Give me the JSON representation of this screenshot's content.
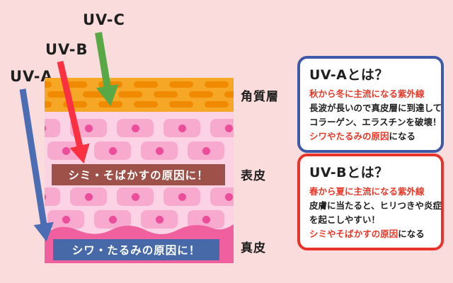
{
  "colors": {
    "page-bg": "#fbdcdc",
    "text-black": "#1f1f1f",
    "accent-red": "#e83828",
    "stratum-bg": "#f6a726",
    "stratum-dash": "#f08a00",
    "epidermis-bg": "#fbd3e4",
    "cell-fill": "#f8a9ce",
    "cell-dot": "#ec4d9b",
    "dermis-fill": "#f0609f",
    "spot-box-bg": "#9d5148",
    "wrinkle-box-bg": "#4769a7",
    "uva-border": "#3e59a8",
    "uvb-border": "#e9342c",
    "arrow-uva": "#4a6db3",
    "arrow-uvb": "#fb3040",
    "arrow-uvc": "#58a846"
  },
  "diagram": {
    "uv_labels": [
      {
        "id": "uv-a",
        "label": "UV-A"
      },
      {
        "id": "uv-b",
        "label": "UV-B"
      },
      {
        "id": "uv-c",
        "label": "UV-C"
      }
    ],
    "layer_labels": [
      {
        "id": "stratum-corneum",
        "label": "角質層"
      },
      {
        "id": "epidermis",
        "label": "表皮"
      },
      {
        "id": "dermis",
        "label": "真皮"
      }
    ],
    "overlay_boxes": [
      {
        "id": "spots",
        "label": "シミ・そばかすの原因に！"
      },
      {
        "id": "wrinkles",
        "label": "シワ・たるみの原因に！"
      }
    ]
  },
  "info_boxes": [
    {
      "id": "uv-a-info",
      "title": "UV-Aとは？",
      "lines": [
        {
          "segments": [
            {
              "text": "秋から冬に主流になる紫外線",
              "color": "#e83828"
            }
          ]
        },
        {
          "segments": [
            {
              "text": "長波が長いので真皮層に到達して",
              "color": "#1f1f1f"
            }
          ]
        },
        {
          "segments": [
            {
              "text": "コラーゲン、エラスチンを破壊！",
              "color": "#1f1f1f"
            }
          ]
        },
        {
          "segments": [
            {
              "text": "シワやたるみの原因",
              "color": "#e83828"
            },
            {
              "text": "になる",
              "color": "#1f1f1f"
            }
          ]
        }
      ]
    },
    {
      "id": "uv-b-info",
      "title": "UV-Bとは？",
      "lines": [
        {
          "segments": [
            {
              "text": "春から夏に主流になる紫外線",
              "color": "#e83828"
            }
          ]
        },
        {
          "segments": [
            {
              "text": "皮膚に当たると、ヒリつきや炎症",
              "color": "#1f1f1f"
            }
          ]
        },
        {
          "segments": [
            {
              "text": "を起こしやすい！",
              "color": "#1f1f1f"
            }
          ]
        },
        {
          "segments": [
            {
              "text": "シミやそばかすの原因",
              "color": "#e83828"
            },
            {
              "text": "になる",
              "color": "#1f1f1f"
            }
          ]
        }
      ]
    }
  ]
}
